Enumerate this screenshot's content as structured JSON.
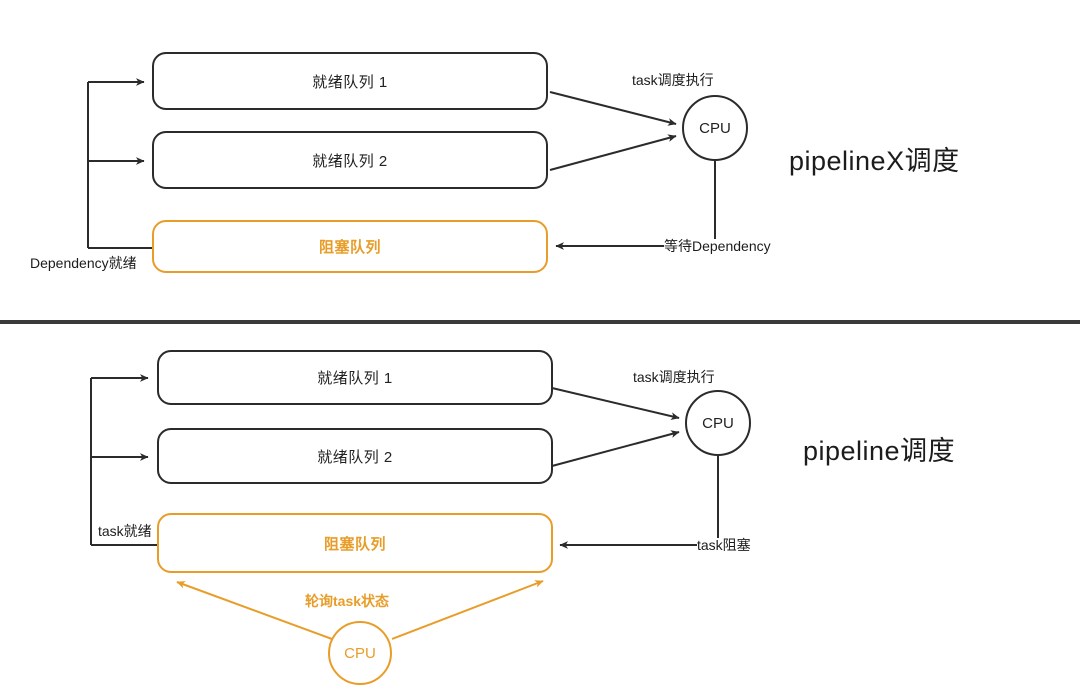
{
  "diagram": {
    "title_top": "pipelineX调度",
    "title_bottom": "pipeline调度",
    "accent_orange": "#E89D29",
    "line_color": "#2b2b2b",
    "background": "#ffffff"
  },
  "top_section": {
    "name": "pipelineX-scheduling",
    "title": "pipelineX调度",
    "boxes": [
      {
        "id": "ready-queue-1",
        "label": "就绪队列 1",
        "style": "black"
      },
      {
        "id": "ready-queue-2",
        "label": "就绪队列 2",
        "style": "black"
      },
      {
        "id": "blocked-queue",
        "label": "阻塞队列",
        "style": "orange"
      }
    ],
    "cpu": {
      "label": "CPU",
      "style": "black"
    },
    "edge_labels": [
      {
        "id": "schedule-exec",
        "text": "task调度执行"
      },
      {
        "id": "wait-dependency",
        "text": "等待Dependency"
      },
      {
        "id": "dependency-ready",
        "text": "Dependency就绪"
      }
    ]
  },
  "bottom_section": {
    "name": "pipeline-scheduling",
    "title": "pipeline调度",
    "boxes": [
      {
        "id": "ready-queue-1",
        "label": "就绪队列 1",
        "style": "black"
      },
      {
        "id": "ready-queue-2",
        "label": "就绪队列 2",
        "style": "black"
      },
      {
        "id": "blocked-queue",
        "label": "阻塞队列",
        "style": "orange"
      }
    ],
    "cpu_right": {
      "label": "CPU",
      "style": "black"
    },
    "cpu_poll": {
      "label": "CPU",
      "style": "orange"
    },
    "edge_labels": [
      {
        "id": "schedule-exec",
        "text": "task调度执行"
      },
      {
        "id": "task-blocked",
        "text": "task阻塞"
      },
      {
        "id": "task-ready",
        "text": "task就绪"
      },
      {
        "id": "poll-task-state",
        "text": "轮询task状态"
      }
    ]
  }
}
